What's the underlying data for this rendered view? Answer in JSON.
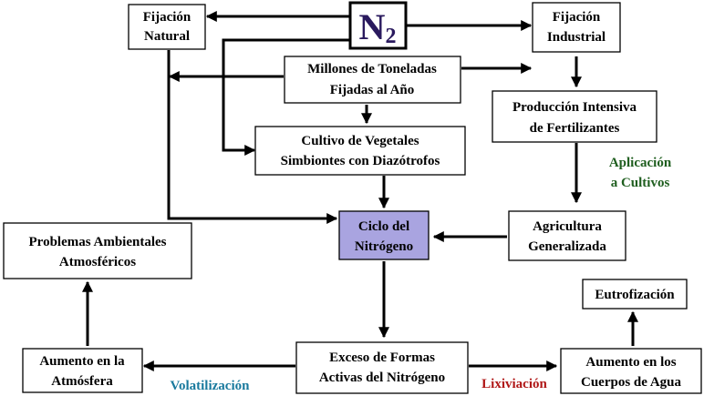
{
  "nodes": {
    "n2": {
      "main": "N",
      "sub": "2"
    },
    "natural": {
      "lines": [
        "Fijación",
        "Natural"
      ]
    },
    "industrial": {
      "lines": [
        "Fijación",
        "Industrial"
      ]
    },
    "millones": {
      "lines": [
        "Millones de Toneladas",
        "Fijadas al Año"
      ]
    },
    "produccion": {
      "lines": [
        "Producción Intensiva",
        "de Fertilizantes"
      ]
    },
    "cultivo": {
      "lines": [
        "Cultivo de Vegetales",
        "Simbiontes con Diazótrofos"
      ]
    },
    "ciclo": {
      "lines": [
        "Ciclo del",
        "Nitrógeno"
      ]
    },
    "agricultura": {
      "lines": [
        "Agricultura",
        "Generalizada"
      ]
    },
    "problemas": {
      "lines": [
        "Problemas Ambientales",
        "Atmosféricos"
      ]
    },
    "eutrofizacion": {
      "lines": [
        "Eutrofización"
      ]
    },
    "exceso": {
      "lines": [
        "Exceso de Formas",
        "Activas del Nitrógeno"
      ]
    },
    "atmosfera": {
      "lines": [
        "Aumento en la",
        "Atmósfera"
      ]
    },
    "agua": {
      "lines": [
        "Aumento en los",
        "Cuerpos de Agua"
      ]
    }
  },
  "edge_labels": {
    "aplicacion": {
      "lines": [
        "Aplicación",
        "a Cultivos"
      ],
      "color": "#1f5e1f"
    },
    "volatilizacion": {
      "text": "Volatilización",
      "color": "#1a7a9e"
    },
    "lixiviacion": {
      "text": "Lixiviación",
      "color": "#b01818"
    }
  },
  "colors": {
    "highlight_fill": "#a9a4e0",
    "n2_text": "#2a1a5e"
  }
}
